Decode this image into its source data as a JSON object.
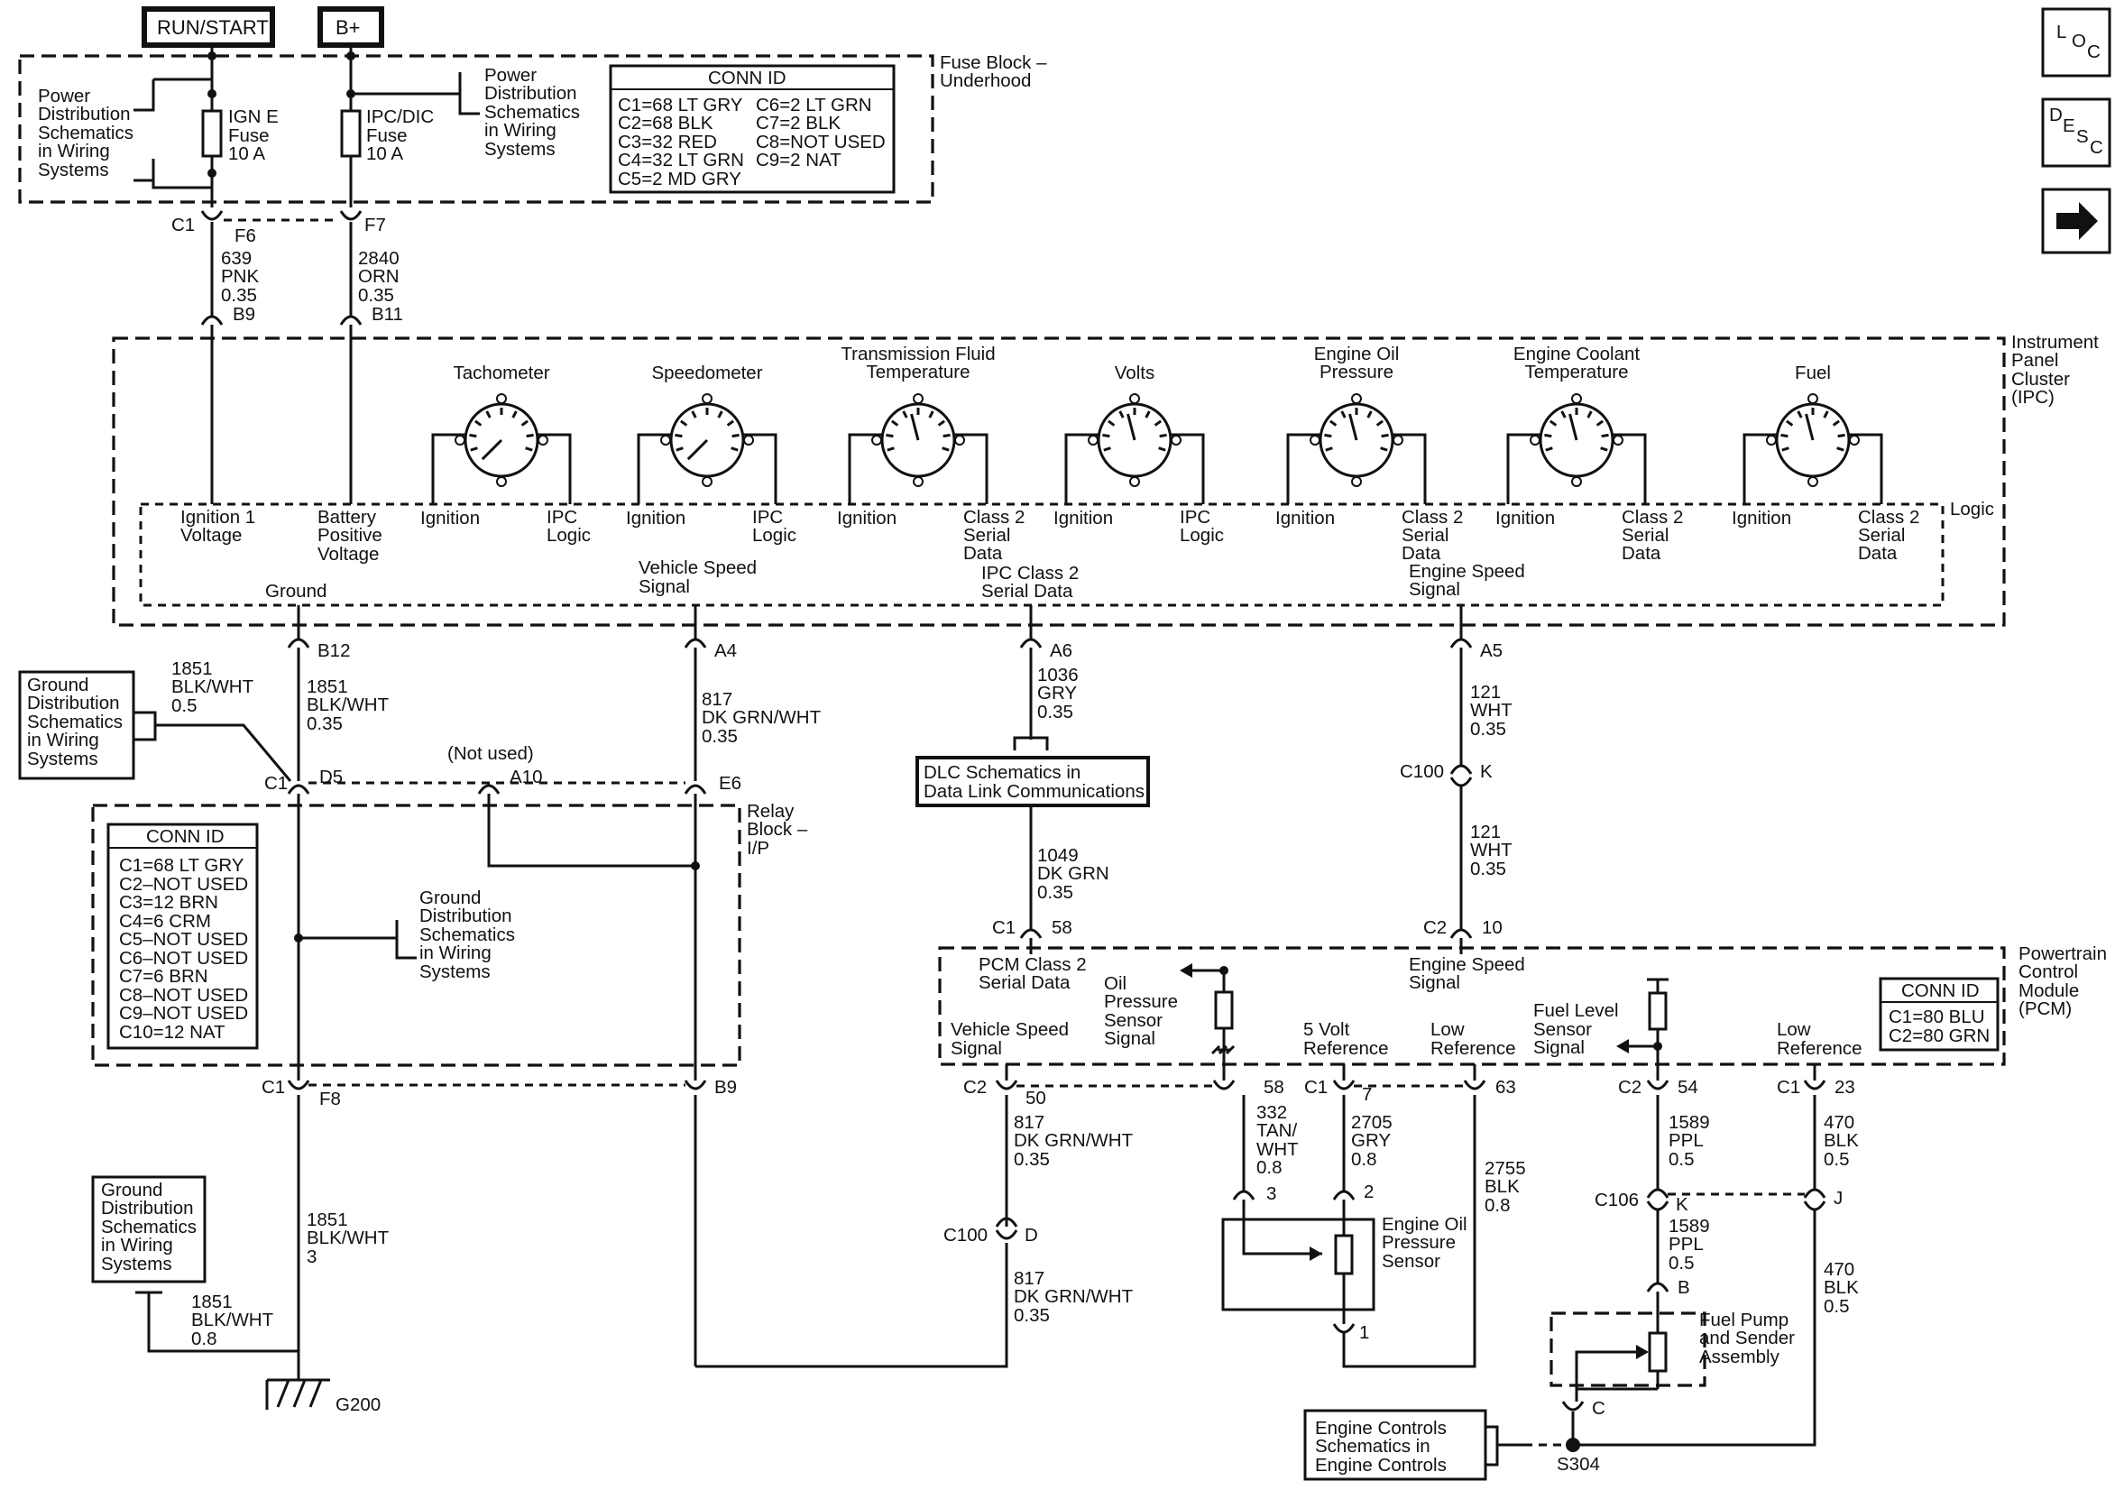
{
  "power": {
    "run_start": "RUN/START",
    "b_plus": "B+",
    "left_note": [
      "Power",
      "Distribution",
      "Schematics",
      "in Wiring",
      "Systems"
    ],
    "right_note": [
      "Power",
      "Distribution",
      "Schematics",
      "in Wiring",
      "Systems"
    ],
    "fuse_ign": [
      "IGN E",
      "Fuse",
      "10 A"
    ],
    "fuse_ipc": [
      "IPC/DIC",
      "Fuse",
      "10 A"
    ],
    "fuse_block": [
      "Fuse Block –",
      "Underhood"
    ]
  },
  "fuse_conn_id": {
    "title": "CONN ID",
    "lines": [
      "C1=68 LT GRY",
      "C2=68 BLK",
      "C3=32 RED",
      "C4=32 LT GRN",
      "C5=2 MD GRY",
      "C6=2 LT GRN",
      "C7=2 BLK",
      "C8=NOT USED",
      "C9=2 NAT"
    ]
  },
  "nav": {
    "loc": [
      "L",
      "O",
      "C"
    ],
    "desc": [
      "D",
      "E",
      "S",
      "C"
    ],
    "next": "→"
  },
  "fuse_wires": {
    "c1": "C1",
    "f6": "F6",
    "f7": "F7",
    "w639": [
      "639",
      "PNK",
      "0.35"
    ],
    "w2840": [
      "2840",
      "ORN",
      "0.35"
    ],
    "b9": "B9",
    "b11": "B11"
  },
  "ipc": {
    "label": [
      "Instrument",
      "Panel",
      "Cluster",
      "(IPC)"
    ],
    "logic": "Logic",
    "gauges": [
      {
        "name": [
          "Tachometer"
        ],
        "left": [
          "Ignition"
        ],
        "right": [
          "IPC",
          "Logic"
        ]
      },
      {
        "name": [
          "Speedometer"
        ],
        "left": [
          "Ignition"
        ],
        "right": [
          "IPC",
          "Logic"
        ]
      },
      {
        "name": [
          "Transmission Fluid",
          "Temperature"
        ],
        "left": [
          "Ignition"
        ],
        "right": [
          "Class 2",
          "Serial",
          "Data"
        ]
      },
      {
        "name": [
          "Volts"
        ],
        "left": [
          "Ignition"
        ],
        "right": [
          "IPC",
          "Logic"
        ]
      },
      {
        "name": [
          "Engine Oil",
          "Pressure"
        ],
        "left": [
          "Ignition"
        ],
        "right": [
          "Class 2",
          "Serial",
          "Data"
        ]
      },
      {
        "name": [
          "Engine Coolant",
          "Temperature"
        ],
        "left": [
          "Ignition"
        ],
        "right": [
          "Class 2",
          "Serial",
          "Data"
        ]
      },
      {
        "name": [
          "Fuel"
        ],
        "left": [
          "Ignition"
        ],
        "right": [
          "Class 2",
          "Serial",
          "Data"
        ]
      }
    ],
    "ign1": [
      "Ignition 1",
      "Voltage"
    ],
    "batt": [
      "Battery",
      "Positive",
      "Voltage"
    ],
    "ground": "Ground",
    "vss": [
      "Vehicle Speed",
      "Signal"
    ],
    "class2": [
      "IPC Class 2",
      "Serial Data"
    ],
    "ess": [
      "Engine Speed",
      "Signal"
    ]
  },
  "ipc_pins": {
    "b12": "B12",
    "a4": "A4",
    "a6": "A6",
    "a5": "A5"
  },
  "wires_mid": {
    "w1851_side": [
      "1851",
      "BLK/WHT",
      "0.5"
    ],
    "w1851_main": [
      "1851",
      "BLK/WHT",
      "0.35"
    ],
    "w817": [
      "817",
      "DK GRN/WHT",
      "0.35"
    ],
    "w1036": [
      "1036",
      "GRY",
      "0.35"
    ],
    "w121a": [
      "121",
      "WHT",
      "0.35"
    ],
    "w121b": [
      "121",
      "WHT",
      "0.35"
    ],
    "w1049": [
      "1049",
      "DK GRN",
      "0.35"
    ]
  },
  "ground_note": [
    "Ground",
    "Distribution",
    "Schematics",
    "in Wiring",
    "Systems"
  ],
  "relay": {
    "c1": "C1",
    "d5": "D5",
    "a10": "A10",
    "e6": "E6",
    "not_used": "(Not used)",
    "label": [
      "Relay",
      "Block –",
      "I/P"
    ],
    "conn_title": "CONN ID",
    "conn_lines": [
      "C1=68 LT GRY",
      "C2–NOT USED",
      "C3=12 BRN",
      "C4=6 CRM",
      "C5–NOT USED",
      "C6–NOT USED",
      "C7=6 BRN",
      "C8–NOT USED",
      "C9–NOT USED",
      "C10=12 NAT"
    ],
    "gnd_note": [
      "Ground",
      "Distribution",
      "Schematics",
      "in Wiring",
      "Systems"
    ],
    "c1b": "C1",
    "f8": "F8",
    "b9": "B9"
  },
  "dlc": [
    "DLC Schematics in",
    "Data Link Communications"
  ],
  "c100k": {
    "c100": "C100",
    "k": "K"
  },
  "pcm": {
    "c1": "C1",
    "p58": "58",
    "c2": "C2",
    "p10": "10",
    "label": [
      "Powertrain",
      "Control",
      "Module",
      "(PCM)"
    ],
    "class2": [
      "PCM Class 2",
      "Serial Data"
    ],
    "ess": [
      "Engine Speed",
      "Signal"
    ],
    "vss": [
      "Vehicle Speed",
      "Signal"
    ],
    "oil": [
      "Oil",
      "Pressure",
      "Sensor",
      "Signal"
    ],
    "ref5": [
      "5 Volt",
      "Reference"
    ],
    "low1": [
      "Low",
      "Reference"
    ],
    "fuelsig": [
      "Fuel Level",
      "Sensor",
      "Signal"
    ],
    "low2": [
      "Low",
      "Reference"
    ],
    "conn_title": "CONN ID",
    "conn_lines": [
      "C1=80 BLU",
      "C2=80 GRN"
    ]
  },
  "pcm_pins": {
    "c2a": "C2",
    "p50": "50",
    "p58": "58",
    "c1a": "C1",
    "p7": "7",
    "p63": "63",
    "c2b": "C2",
    "p54": "54",
    "c1b": "C1",
    "p23": "23"
  },
  "wires_low": {
    "w1851": [
      "1851",
      "BLK/WHT",
      "3"
    ],
    "w1851g": [
      "1851",
      "BLK/WHT",
      "0.8"
    ],
    "w817a": [
      "817",
      "DK GRN/WHT",
      "0.35"
    ],
    "w817b": [
      "817",
      "DK GRN/WHT",
      "0.35"
    ],
    "c100": "C100",
    "d": "D",
    "w332": [
      "332",
      "TAN/",
      "WHT",
      "0.8"
    ],
    "w2705": [
      "2705",
      "GRY",
      "0.8"
    ],
    "w2755": [
      "2755",
      "BLK",
      "0.8"
    ],
    "p3": "3",
    "p2": "2",
    "p1": "1",
    "oil_sensor": [
      "Engine Oil",
      "Pressure",
      "Sensor"
    ],
    "w1589a": [
      "1589",
      "PPL",
      "0.5"
    ],
    "w1589b": [
      "1589",
      "PPL",
      "0.5"
    ],
    "c106": "C106",
    "k": "K",
    "j": "J",
    "b": "B",
    "c": "C",
    "w470a": [
      "470",
      "BLK",
      "0.5"
    ],
    "w470b": [
      "470",
      "BLK",
      "0.5"
    ],
    "fuel_pump": [
      "Fuel Pump",
      "and Sender",
      "Assembly"
    ],
    "eng_ctrl": [
      "Engine Controls",
      "Schematics in",
      "Engine Controls"
    ],
    "s304": "S304",
    "g200": "G200",
    "gnd_note": [
      "Ground",
      "Distribution",
      "Schematics",
      "in Wiring",
      "Systems"
    ]
  }
}
